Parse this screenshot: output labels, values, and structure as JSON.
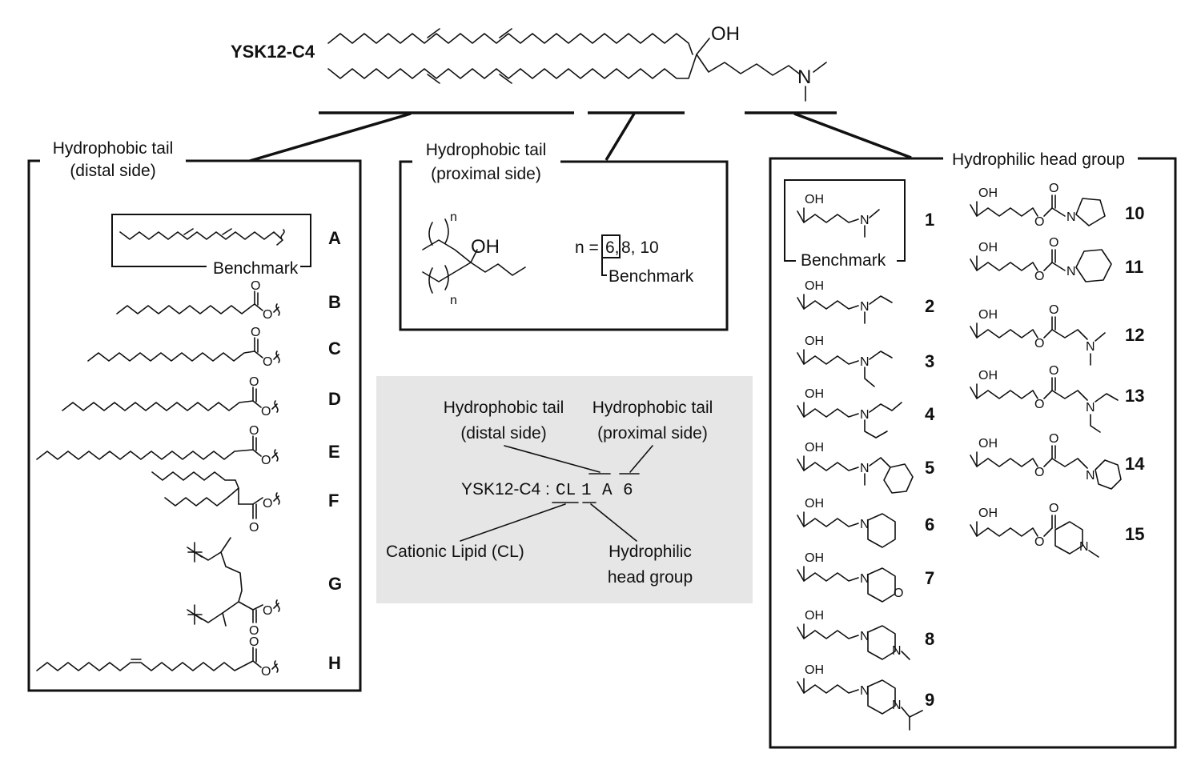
{
  "top": {
    "compound_label": "YSK12-C4",
    "oh_label": "OH",
    "n_label": "N"
  },
  "distal": {
    "title_line1": "Hydrophobic tail",
    "title_line2": "(distal side)",
    "benchmark_label": "Benchmark",
    "letters": [
      "A",
      "B",
      "C",
      "D",
      "E",
      "F",
      "G",
      "H"
    ],
    "oxygen_label": "O"
  },
  "proximal": {
    "title_line1": "Hydrophobic tail",
    "title_line2": "(proximal side)",
    "oh_label": "OH",
    "n_sub": "n",
    "n_values_prefix": "n =",
    "n_benchmark_value": "6,",
    "n_values_rest": "8, 10",
    "benchmark_label": "Benchmark"
  },
  "head": {
    "title": "Hydrophilic head group",
    "benchmark_label": "Benchmark",
    "numbers": [
      "1",
      "2",
      "3",
      "4",
      "5",
      "6",
      "7",
      "8",
      "9",
      "10",
      "11",
      "12",
      "13",
      "14",
      "15"
    ],
    "oh_label": "OH",
    "n_label": "N",
    "o_label": "O"
  },
  "legend": {
    "distal_line1": "Hydrophobic tail",
    "distal_line2": "(distal side)",
    "proximal_line1": "Hydrophobic tail",
    "proximal_line2": "(proximal side)",
    "code_prefix": "YSK12-C4 :",
    "code_cl": "CL",
    "code_1": "1",
    "code_a": "A",
    "code_6": "6",
    "cationic_label": "Cationic Lipid (CL)",
    "head_line1": "Hydrophilic",
    "head_line2": "head group"
  },
  "colors": {
    "line": "#111111",
    "legend_bg": "#e6e6e6",
    "background": "#ffffff"
  }
}
